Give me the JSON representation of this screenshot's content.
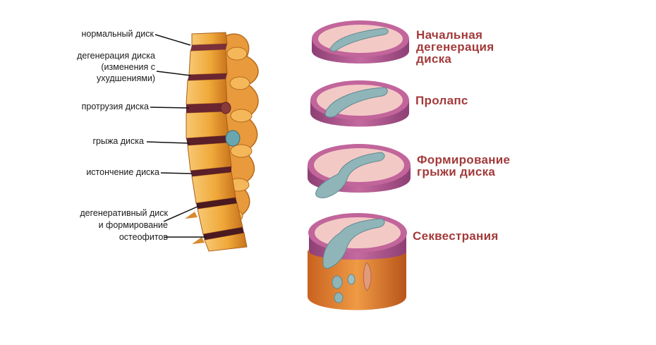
{
  "spine_labels": {
    "normal_disc": "нормальный диск",
    "degeneration_line1": "дегенерация диска",
    "degeneration_line2": "(изменения с",
    "degeneration_line3": "ухудшениями)",
    "protrusion": "протрузия диска",
    "herniation": "грыжа диска",
    "thinning": "истончение диска",
    "osteophytes_line1": "дегенеративный диск",
    "osteophytes_line2": "и формирование",
    "osteophytes_line3": "остеофитов"
  },
  "stages": {
    "stage1_line1": "Начальная",
    "stage1_line2": "дегенерация",
    "stage1_line3": "диска",
    "stage2": "Пролапс",
    "stage3_line1": "Формирование",
    "stage3_line2": "грыжи диска",
    "stage4": "Секвестрания"
  },
  "colors": {
    "bone": "#f0a93a",
    "bone_dark": "#c9741c",
    "disc_rim": "#b5528a",
    "disc_top": "#f3c9c6",
    "nucleus": "#8fb5b9",
    "stage_text": "#a33a3a"
  }
}
